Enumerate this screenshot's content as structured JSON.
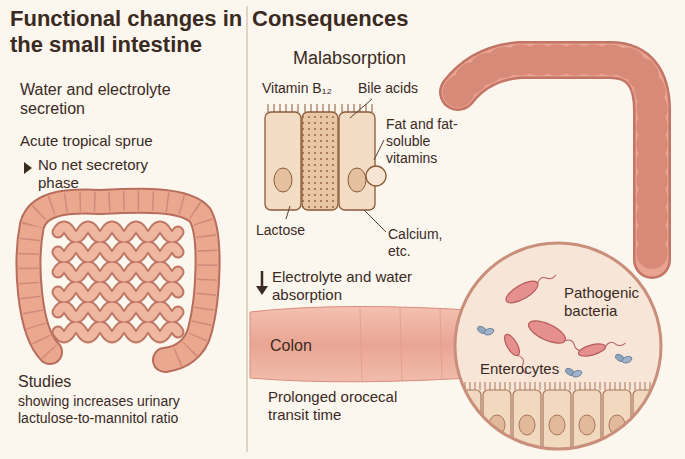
{
  "diagram": {
    "nodes": [
      {
        "text": [
          "Pathogenic bacteria",
          "Enterocytes"
        ]
      }
    ],
    "labels": [
      "Functional changes in the small intestine",
      "Water and electrolyte secretion",
      "Acute tropical sprue",
      "No net secretory phase",
      "Studies",
      "showing increases urinary lactulose-to-mannitol ratio",
      "Consequences",
      "Malabsorption",
      "Vitamin B₁₂",
      "Bile acids",
      "Fat and fat-soluble vitamins",
      "Lactose",
      "Calcium, etc.",
      "Electrolyte and water absorption",
      "Colon",
      "Prolonged orocecal transit time"
    ]
  }
}
